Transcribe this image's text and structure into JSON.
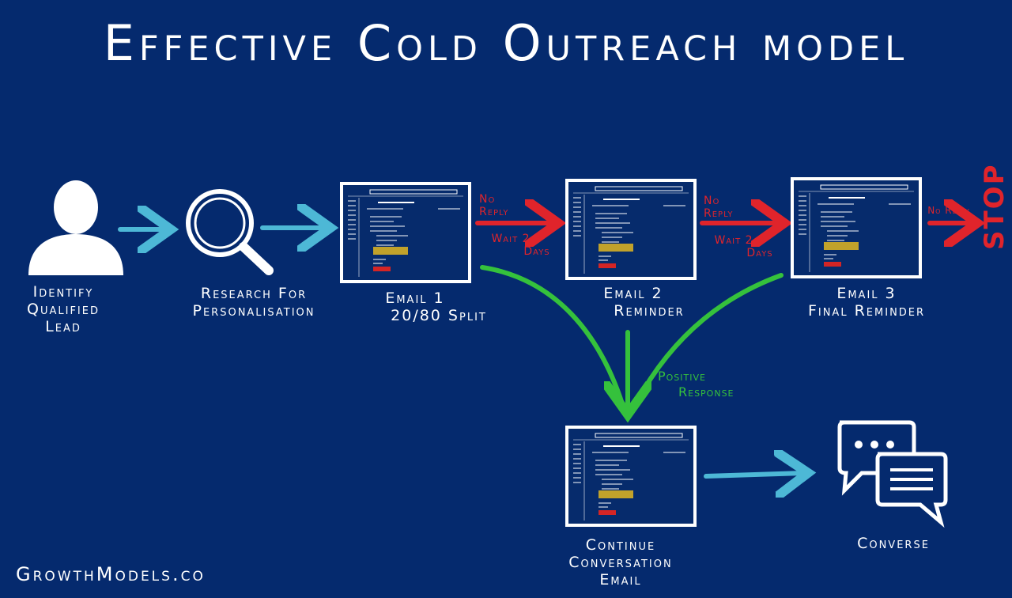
{
  "title": "Effective Cold Outreach model",
  "steps": {
    "identify": [
      "Identify",
      "Qualified",
      "Lead"
    ],
    "research": [
      "Research For",
      "Personalisation"
    ],
    "email1": [
      "Email 1",
      "20/80 Split"
    ],
    "email2": [
      "Email 2",
      "Reminder"
    ],
    "email3": [
      "Email 3",
      "Final Reminder"
    ],
    "continue": [
      "Continue",
      "Conversation",
      "Email"
    ],
    "converse": "Converse"
  },
  "annotations": {
    "no_reply": [
      "No",
      "Reply"
    ],
    "no_reply_final": "No Reply",
    "wait": [
      "Wait 2-3",
      "Days"
    ],
    "positive": [
      "Positive",
      "Response"
    ],
    "stop": "STOP"
  },
  "footer": "GrowthModels.co",
  "colors": {
    "background": "#052a6e",
    "flow_arrow": "#4db8d6",
    "no_reply_arrow": "#e0242b",
    "positive_arrow": "#35c13c",
    "email_button": "#c1a22b",
    "email_cta": "#d42525"
  },
  "icons": [
    "person-icon",
    "magnifier-icon",
    "email-screen-icon",
    "chat-bubbles-icon"
  ]
}
